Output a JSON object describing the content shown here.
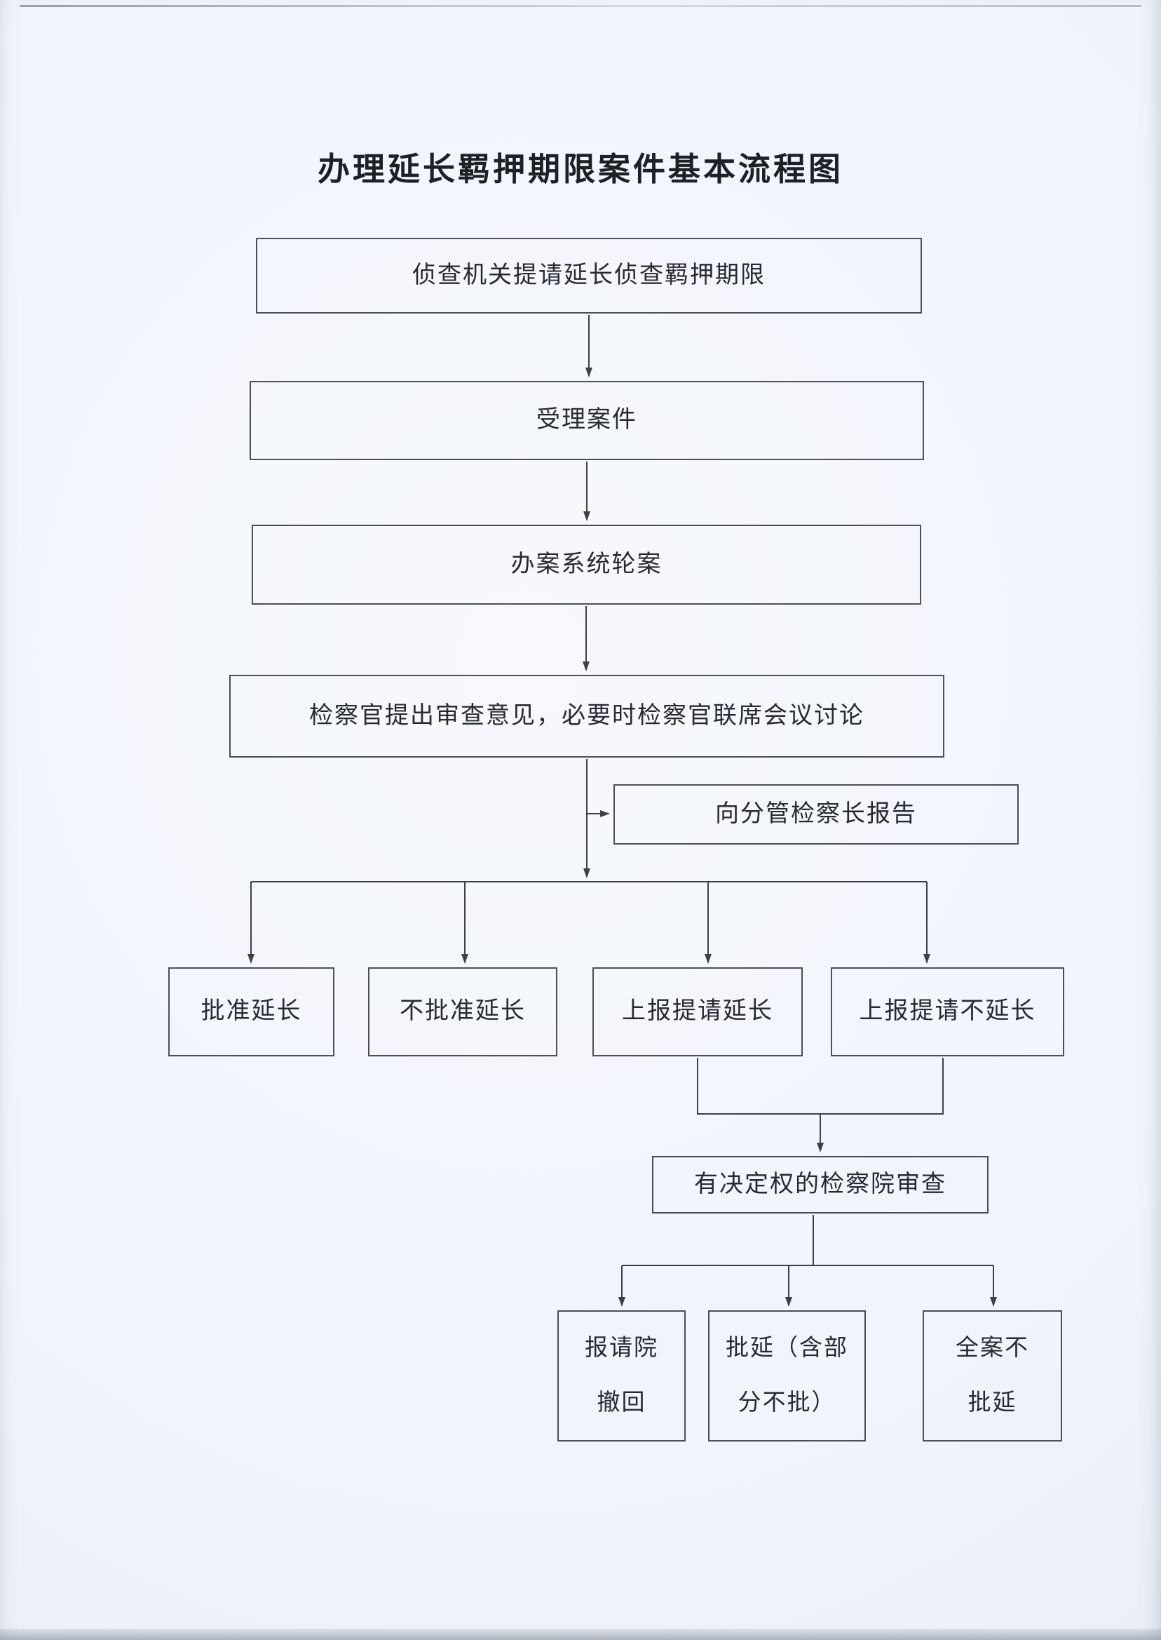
{
  "colors": {
    "ink": "#3c4047",
    "paper": "#eef2f9"
  },
  "page": {
    "title": "办理延长羁押期限案件基本流程图"
  },
  "nodes": {
    "step1": "侦查机关提请延长侦查羁押期限",
    "step2": "受理案件",
    "step3": "办案系统轮案",
    "step4": "检察官提出审查意见，必要时检察官联席会议讨论",
    "report": "向分管检察长报告",
    "approve": "批准延长",
    "not_approve": "不批准延长",
    "submit_extend": "上报提请延长",
    "submit_not_extend": "上报提请不延长",
    "review": "有决定权的检察院审查",
    "withdraw": {
      "line1": "报请院",
      "line2": "撤回"
    },
    "partial": {
      "line1": "批延（含部",
      "line2": "分不批）"
    },
    "no_extend": {
      "line1": "全案不",
      "line2": "批延"
    }
  }
}
